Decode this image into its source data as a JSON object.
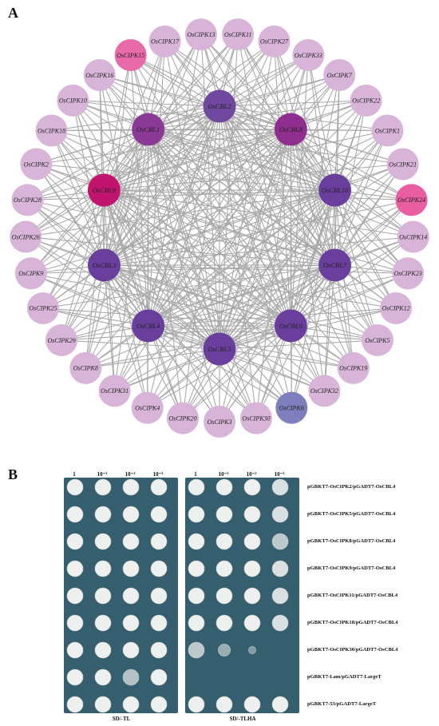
{
  "panel_a": {
    "letter": "A",
    "outer_nodes": [
      {
        "label": "OsCIPK11",
        "color": "#d8b4d8"
      },
      {
        "label": "OsCIPK27",
        "color": "#d8b4d8"
      },
      {
        "label": "OsCIPK33",
        "color": "#d8b4d8"
      },
      {
        "label": "OsCIPK7",
        "color": "#d8b4d8"
      },
      {
        "label": "OsCIPK22",
        "color": "#d8b4d8"
      },
      {
        "label": "OsCIPK1",
        "color": "#d8b4d8"
      },
      {
        "label": "OsCIPK21",
        "color": "#d8b4d8"
      },
      {
        "label": "OsCIPK24",
        "color": "#e85ea1"
      },
      {
        "label": "OsCIPK14",
        "color": "#d8b4d8"
      },
      {
        "label": "OsCIPK23",
        "color": "#d8b4d8"
      },
      {
        "label": "OsCIPK12",
        "color": "#d8b4d8"
      },
      {
        "label": "OsCIPK5",
        "color": "#d8b4d8"
      },
      {
        "label": "OsCIPK19",
        "color": "#d8b4d8"
      },
      {
        "label": "OsCIPK32",
        "color": "#d8b4d8"
      },
      {
        "label": "OsCIPK6",
        "color": "#7f7fbe"
      },
      {
        "label": "OsCIPK30",
        "color": "#d8b4d8"
      },
      {
        "label": "OsCIPK3",
        "color": "#d8b4d8"
      },
      {
        "label": "OsCIPK20",
        "color": "#d8b4d8"
      },
      {
        "label": "OsCIPK4",
        "color": "#d8b4d8"
      },
      {
        "label": "OsCIPK31",
        "color": "#d8b4d8"
      },
      {
        "label": "OsCIPK8",
        "color": "#d8b4d8"
      },
      {
        "label": "OsCIPK29",
        "color": "#d8b4d8"
      },
      {
        "label": "OsCIPK25",
        "color": "#d8b4d8"
      },
      {
        "label": "OsCIPK9",
        "color": "#d8b4d8"
      },
      {
        "label": "OsCIPK26",
        "color": "#d8b4d8"
      },
      {
        "label": "OsCIPK28",
        "color": "#d8b4d8"
      },
      {
        "label": "OsCIPK2",
        "color": "#d8b4d8"
      },
      {
        "label": "OsCIPK18",
        "color": "#d8b4d8"
      },
      {
        "label": "OsCIPK10",
        "color": "#d8b4d8"
      },
      {
        "label": "OsCIPK16",
        "color": "#d8b4d8"
      },
      {
        "label": "OsCIPK15",
        "color": "#e86aa8"
      },
      {
        "label": "OsCIPK17",
        "color": "#d8b4d8"
      },
      {
        "label": "OsCIPK13",
        "color": "#d8b4d8"
      }
    ],
    "inner_nodes": [
      {
        "label": "OsCBL2",
        "color": "#7048a0"
      },
      {
        "label": "OsCBL8",
        "color": "#8e2e8e"
      },
      {
        "label": "OsCBL10",
        "color": "#6a3e9c"
      },
      {
        "label": "OsCBL7",
        "color": "#6a3e9c"
      },
      {
        "label": "OsCBL6",
        "color": "#6a3e9c"
      },
      {
        "label": "OsCBL5",
        "color": "#6a3e9c"
      },
      {
        "label": "OsCBL4",
        "color": "#6a3e9c"
      },
      {
        "label": "OsCBL3",
        "color": "#6a3e9c"
      },
      {
        "label": "OsCBL9",
        "color": "#c0146e"
      },
      {
        "label": "OsCBL1",
        "color": "#8a3a94"
      }
    ],
    "edge_color": "#a8a8a8"
  },
  "panel_b": {
    "letter": "B",
    "dilutions": [
      "1",
      "10⁻¹",
      "10⁻²",
      "10⁻³"
    ],
    "medium_left": "SD/-TL",
    "medium_right": "SD/-TLHA",
    "plate_color": "#355e6f",
    "rows": [
      {
        "label": "pGBKT7-OsCIPK2/pGADT7-OsCBL4",
        "left": [
          1,
          1,
          1,
          1
        ],
        "right": [
          1,
          1,
          1,
          0.8
        ]
      },
      {
        "label": "pGBKT7-OsCIPK5/pGADT7-OsCBL4",
        "left": [
          1,
          1,
          1,
          1
        ],
        "right": [
          1,
          1,
          1,
          0.8
        ]
      },
      {
        "label": "pGBKT7-OsCIPK8/pGADT7-OsCBL4",
        "left": [
          1,
          1,
          1,
          1
        ],
        "right": [
          1,
          1,
          1,
          0.7
        ]
      },
      {
        "label": "pGBKT7-OsCIPK9/pGADT7-OsCBL4",
        "left": [
          1,
          1,
          1,
          1
        ],
        "right": [
          1,
          1,
          1,
          0.8
        ]
      },
      {
        "label": "pGBKT7-OsCIPK11/pGADT7-OsCBL4",
        "left": [
          1,
          1,
          1,
          1
        ],
        "right": [
          1,
          1,
          1,
          0.8
        ]
      },
      {
        "label": "pGBKT7-OsCIPK18/pGADT7-OsCBL4",
        "left": [
          1,
          1,
          1,
          1
        ],
        "right": [
          1,
          1,
          1,
          0.8
        ]
      },
      {
        "label": "pGBKT7-OsCIPK30/pGADT7-OsCBL4",
        "left": [
          1,
          1,
          1,
          1
        ],
        "right": [
          0.7,
          0.3,
          0.05,
          0
        ]
      },
      {
        "label": "pGBKT7-Lam/pGADT7-LargeT",
        "left": [
          1,
          1,
          0.6,
          1
        ],
        "right": [
          0,
          0,
          0,
          0
        ]
      },
      {
        "label": "pGBKT7-53/pGADT7-LargeT",
        "left": [
          1,
          1,
          1,
          1
        ],
        "right": [
          1,
          1,
          1,
          1
        ]
      }
    ]
  }
}
